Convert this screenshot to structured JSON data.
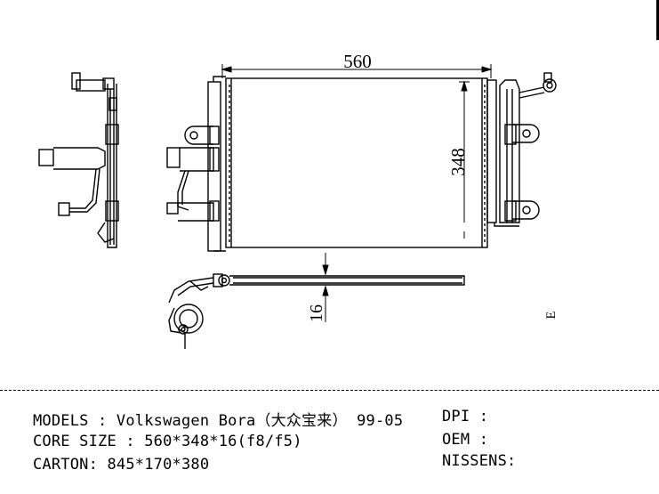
{
  "drawing": {
    "width_dim": "560",
    "height_dim": "348",
    "thickness_dim": "16",
    "glyph_mark": "E"
  },
  "info": {
    "models_label": "MODELS",
    "models_value": "Volkswagen Bora（大众宝来） 99-05",
    "core_label": "CORE SIZE",
    "core_value": "560*348*16(f8/f5)",
    "carton_label": "CARTON:",
    "carton_value": "845*170*380",
    "dpi_label": "DPI",
    "dpi_value": "",
    "oem_label": "OEM",
    "oem_value": "",
    "nissens_label": "NISSENS:",
    "nissens_value": ""
  }
}
